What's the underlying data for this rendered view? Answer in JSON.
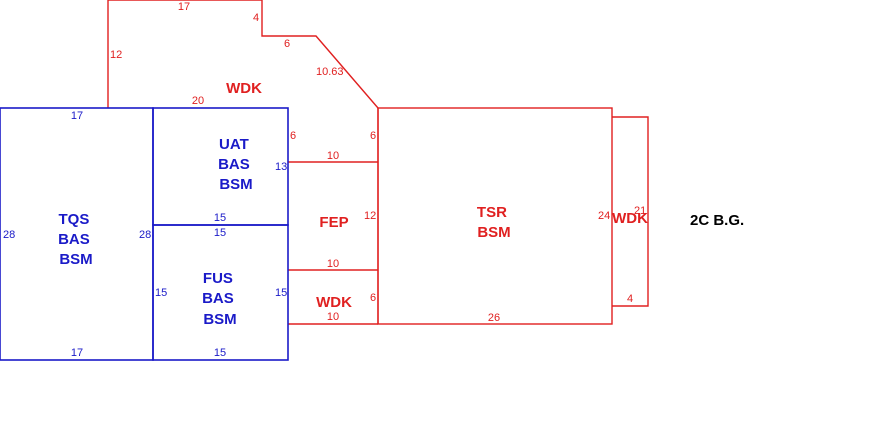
{
  "colors": {
    "blue": "#1a1ac8",
    "red": "#e02020",
    "black": "#000000"
  },
  "areas": {
    "tqs": [
      "TQS",
      "BAS",
      "BSM"
    ],
    "uat": [
      "UAT",
      "BAS",
      "BSM"
    ],
    "fus": [
      "FUS",
      "BAS",
      "BSM"
    ],
    "tsr": [
      "TSR",
      "BSM"
    ],
    "fep": "FEP",
    "wdk_top": "WDK",
    "wdk_mid": "WDK",
    "wdk_right": "WDK"
  },
  "note": "2C B.G.",
  "dims": {
    "tqs_top": "17",
    "tqs_left": "28",
    "tqs_right": "28",
    "tqs_bottom": "17",
    "uat_top": "20",
    "uat_right_top": "6",
    "uat_right": "13",
    "uat_bottom": "15",
    "fus_top": "15",
    "fus_left": "15",
    "fus_right": "15",
    "fus_bottom": "15",
    "deck_top": "17",
    "deck_notch": "4",
    "deck_step": "6",
    "deck_diag": "10.63",
    "deck_left": "12",
    "fep_top": "10",
    "fep_right_top": "6",
    "fep_right": "12",
    "fep_bottom": "10",
    "wdk_mid_right": "6",
    "wdk_mid_bottom": "10",
    "tsr_left": "24",
    "tsr_bottom": "26",
    "wdk_right_side": "21",
    "wdk_right_bottom": "4"
  }
}
